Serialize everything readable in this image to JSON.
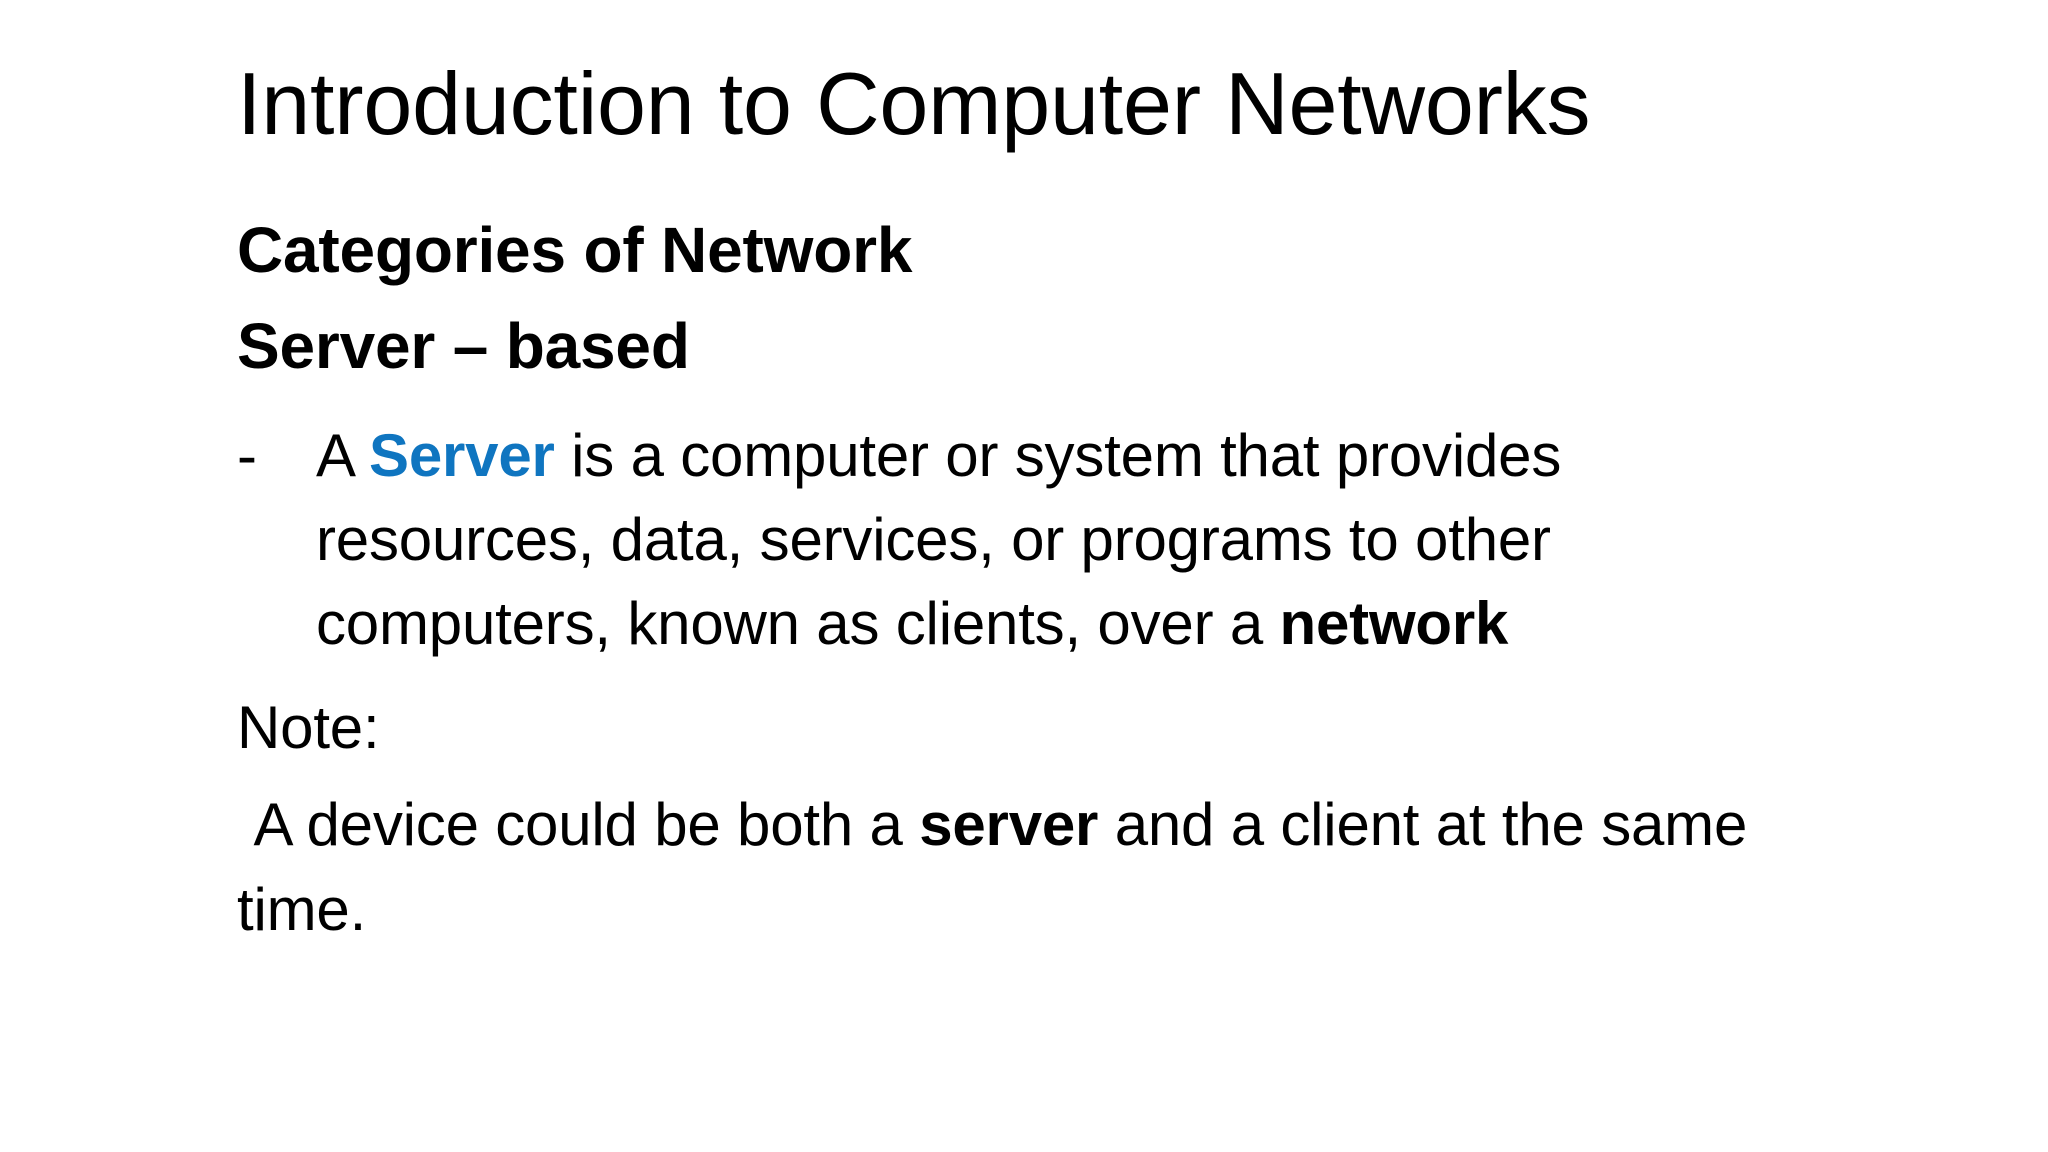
{
  "slide": {
    "title": "Introduction to Computer Networks",
    "heading_categories": "Categories of Network",
    "heading_server_based": "Server – based",
    "bullet": {
      "marker": "-",
      "segments": [
        {
          "text": "A "
        },
        {
          "text": "Server",
          "bold": true,
          "color": "#0f75c0"
        },
        {
          "text": " is a computer or system that provides\nresources, data, services, or programs to other\ncomputers, known as clients, over a "
        },
        {
          "text": "network",
          "bold": true
        }
      ]
    },
    "note_label": "Note:",
    "note_paragraph": {
      "segments": [
        {
          "text": " A device could be both a "
        },
        {
          "text": "server",
          "bold": true
        },
        {
          "text": " and a client at the same\ntime."
        }
      ]
    },
    "colors": {
      "accent_blue": "#0f75c0",
      "text": "#000000",
      "background": "#ffffff"
    }
  }
}
